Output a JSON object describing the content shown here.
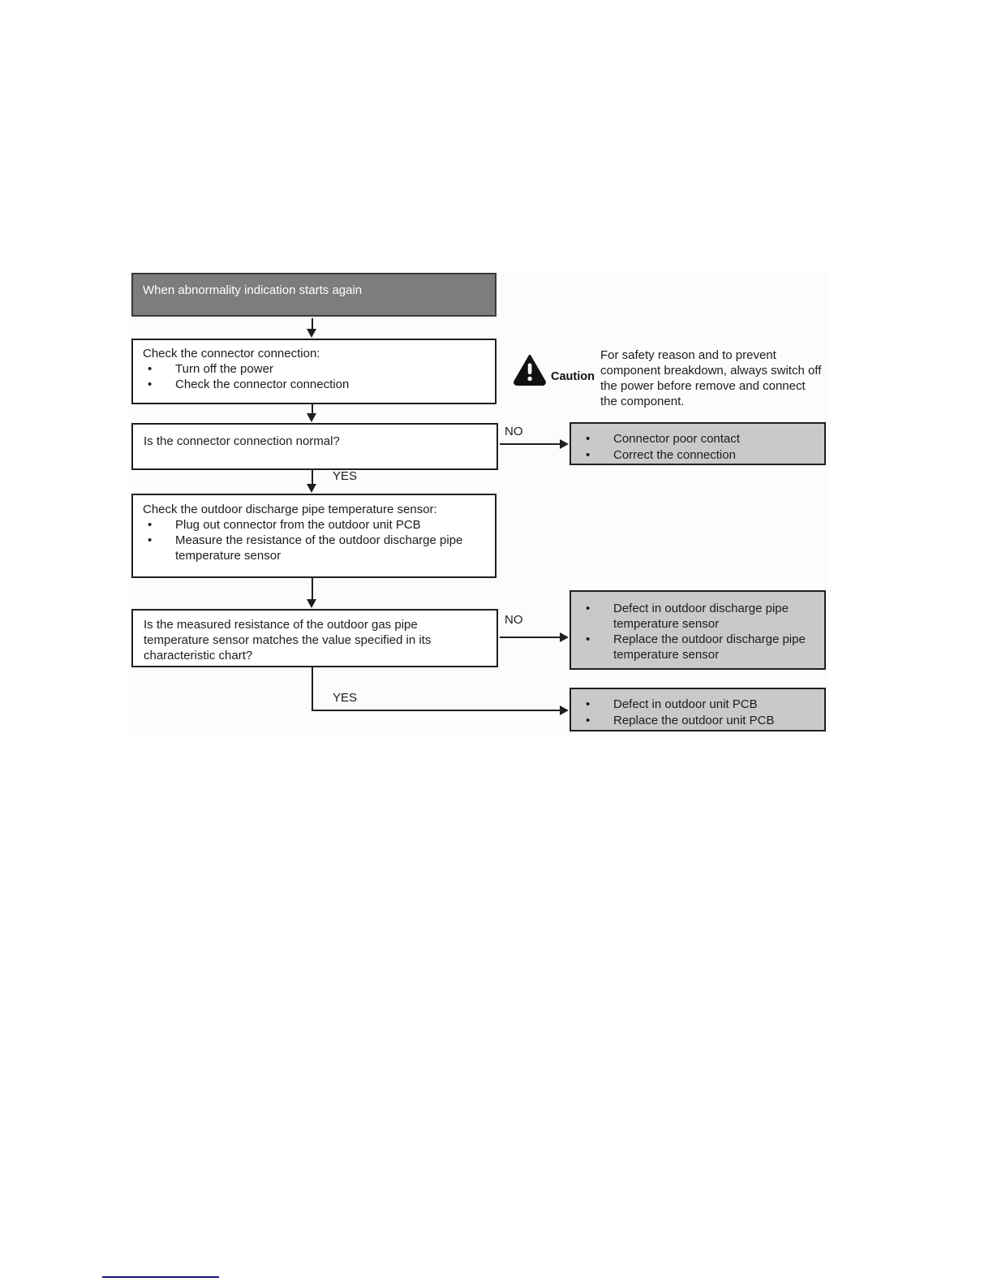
{
  "colors": {
    "header_fill": "#7d7d7d",
    "result_fill": "#c9c9c9",
    "line_color": "#1f1f1f",
    "footer_line": "#15157c"
  },
  "flowchart": {
    "start": "When abnormality indication starts again",
    "branch_labels": {
      "no": "NO",
      "yes": "YES"
    },
    "step_check_connector": {
      "title": "Check the connector connection:",
      "bullets": [
        "Turn off the power",
        "Check the connector connection"
      ]
    },
    "caution": {
      "label": "Caution",
      "text": "For safety reason and to prevent component breakdown, always switch off the power before remove and connect the component."
    },
    "q_connector": "Is the connector connection normal?",
    "result_connector": [
      "Connector poor contact",
      "Correct the connection"
    ],
    "step_check_sensor": {
      "title": "Check the outdoor discharge pipe temperature sensor:",
      "bullets": [
        "Plug out connector from the outdoor unit PCB",
        "Measure the resistance of the outdoor discharge pipe temperature sensor"
      ]
    },
    "q_resistance": "Is the measured resistance of the outdoor gas pipe temperature sensor matches the value specified in its characteristic chart?",
    "result_sensor": [
      "Defect in outdoor discharge pipe temperature sensor",
      "Replace the outdoor discharge pipe temperature sensor"
    ],
    "result_pcb": [
      "Defect in outdoor unit PCB",
      "Replace the outdoor unit PCB"
    ]
  }
}
